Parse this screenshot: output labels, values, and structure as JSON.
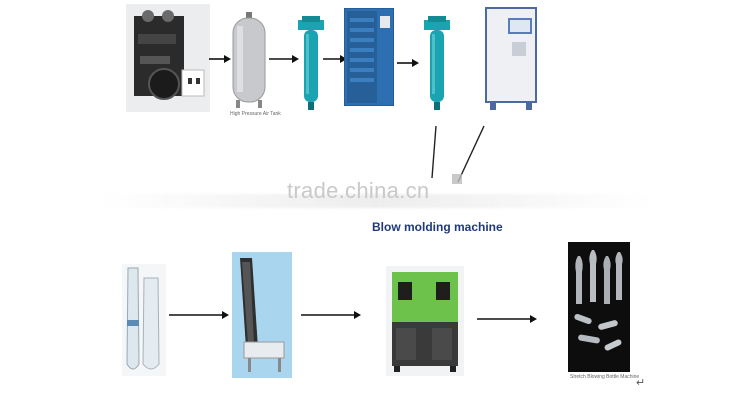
{
  "diagram": {
    "watermark": "trade.china.cn",
    "title": "Blow molding machine",
    "tiny_caption_tank": "High Pressure Air Tank",
    "tiny_caption_bottles": "Stretch Blowing Bottle Machine",
    "cursor_glyph": "↵"
  },
  "colors": {
    "teal": "#1aa3b0",
    "blue_panel": "#2d6fb0",
    "green_top": "#6cc24a",
    "dark_gray": "#3a3a3a",
    "arrow": "#111111",
    "title_color": "#1f3a7a"
  },
  "icons": {
    "compressor": "compressor-icon",
    "air_tank": "air-tank-icon",
    "filter": "filter-icon",
    "dryer": "air-dryer-icon",
    "chiller": "chiller-icon",
    "preform": "preform-icon",
    "conveyor": "preform-loader-icon",
    "blow_machine": "blow-molding-machine-icon",
    "bottles": "pet-bottles-icon"
  }
}
